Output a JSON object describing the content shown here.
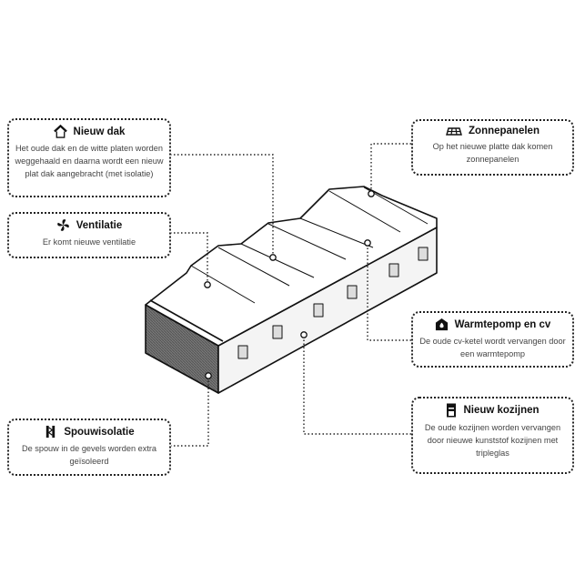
{
  "callouts": {
    "nieuw_dak": {
      "title": "Nieuw dak",
      "icon": "house-roof-icon",
      "text": "Het oude dak en de witte platen worden weggehaald en daarna wordt een nieuw plat dak aangebracht (met isolatie)"
    },
    "ventilatie": {
      "title": "Ventilatie",
      "icon": "fan-icon",
      "text": "Er komt nieuwe ventilatie"
    },
    "spouwisolatie": {
      "title": "Spouwisolatie",
      "icon": "wall-insulation-icon",
      "text": "De spouw in de gevels worden extra geïsoleerd"
    },
    "zonnepanelen": {
      "title": "Zonnepanelen",
      "icon": "solar-panel-icon",
      "text": "Op het nieuwe platte dak komen zonnepanelen"
    },
    "warmtepomp": {
      "title": "Warmtepomp en cv",
      "icon": "heat-pump-icon",
      "text": "De oude cv-ketel wordt vervangen door een warmtepomp"
    },
    "kozijnen": {
      "title": "Nieuw kozijnen",
      "icon": "window-frame-icon",
      "text": "De oude kozijnen worden vervangen door nieuwe kunststof kozijnen met tripleglas"
    }
  }
}
